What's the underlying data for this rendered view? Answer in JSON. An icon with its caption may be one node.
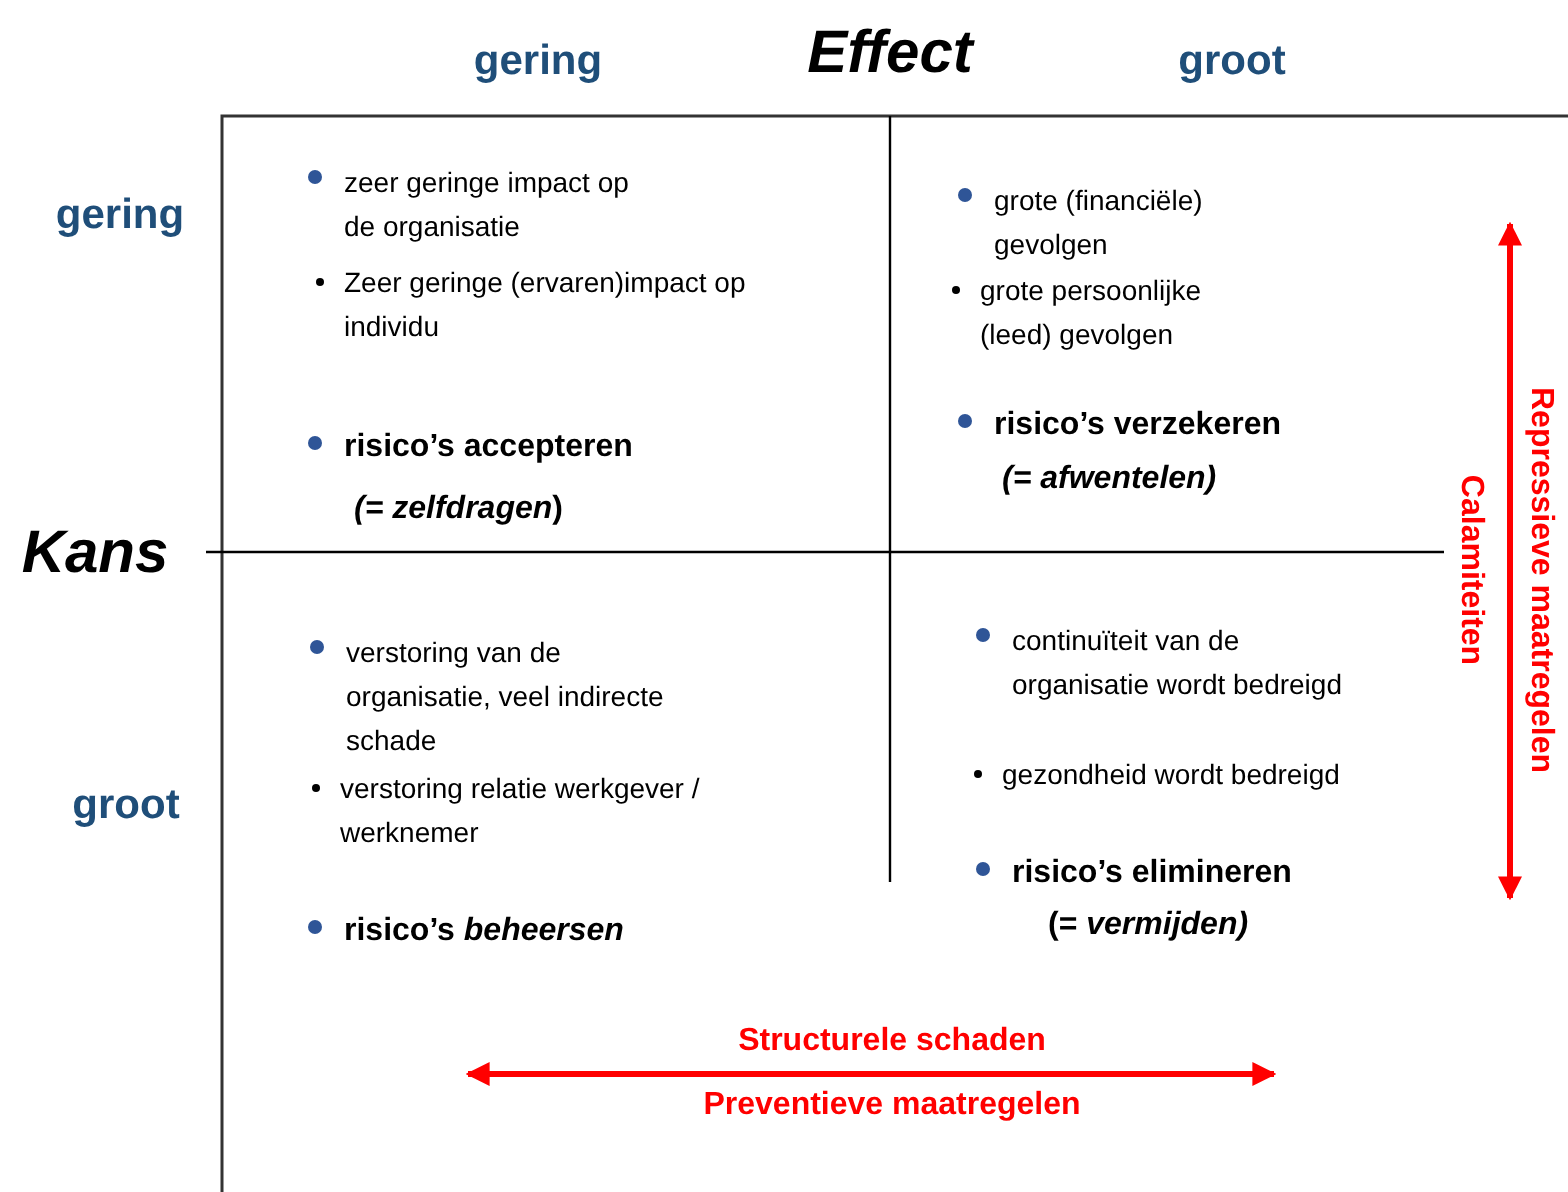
{
  "diagram": {
    "labels": [
      "gering",
      "Effect",
      "groot",
      "gering",
      "Kans",
      "groot",
      "zeer geringe impact op de organisatie",
      "Zeer geringe (ervaren)impact op individu",
      "risico’s accepteren",
      "*(= zelfdragen*)",
      "grote (financiële) gevolgen",
      "grote persoonlijke (leed)  gevolgen",
      "risico’s verzekeren",
      "(= afwentelen)",
      "verstoring van de organisatie, veel indirecte schade",
      "verstoring relatie werkgever / werknemer",
      "risico’s *beheersen*",
      "continuïteit van de organisatie wordt bedreigd",
      "gezondheid wordt bedreigd",
      "risico’s elimineren",
      "(= *vermijden)*",
      "Structurele schaden",
      "Preventieve maatregelen",
      "Calamiteiten",
      "Repressieve maatregelen"
    ]
  }
}
